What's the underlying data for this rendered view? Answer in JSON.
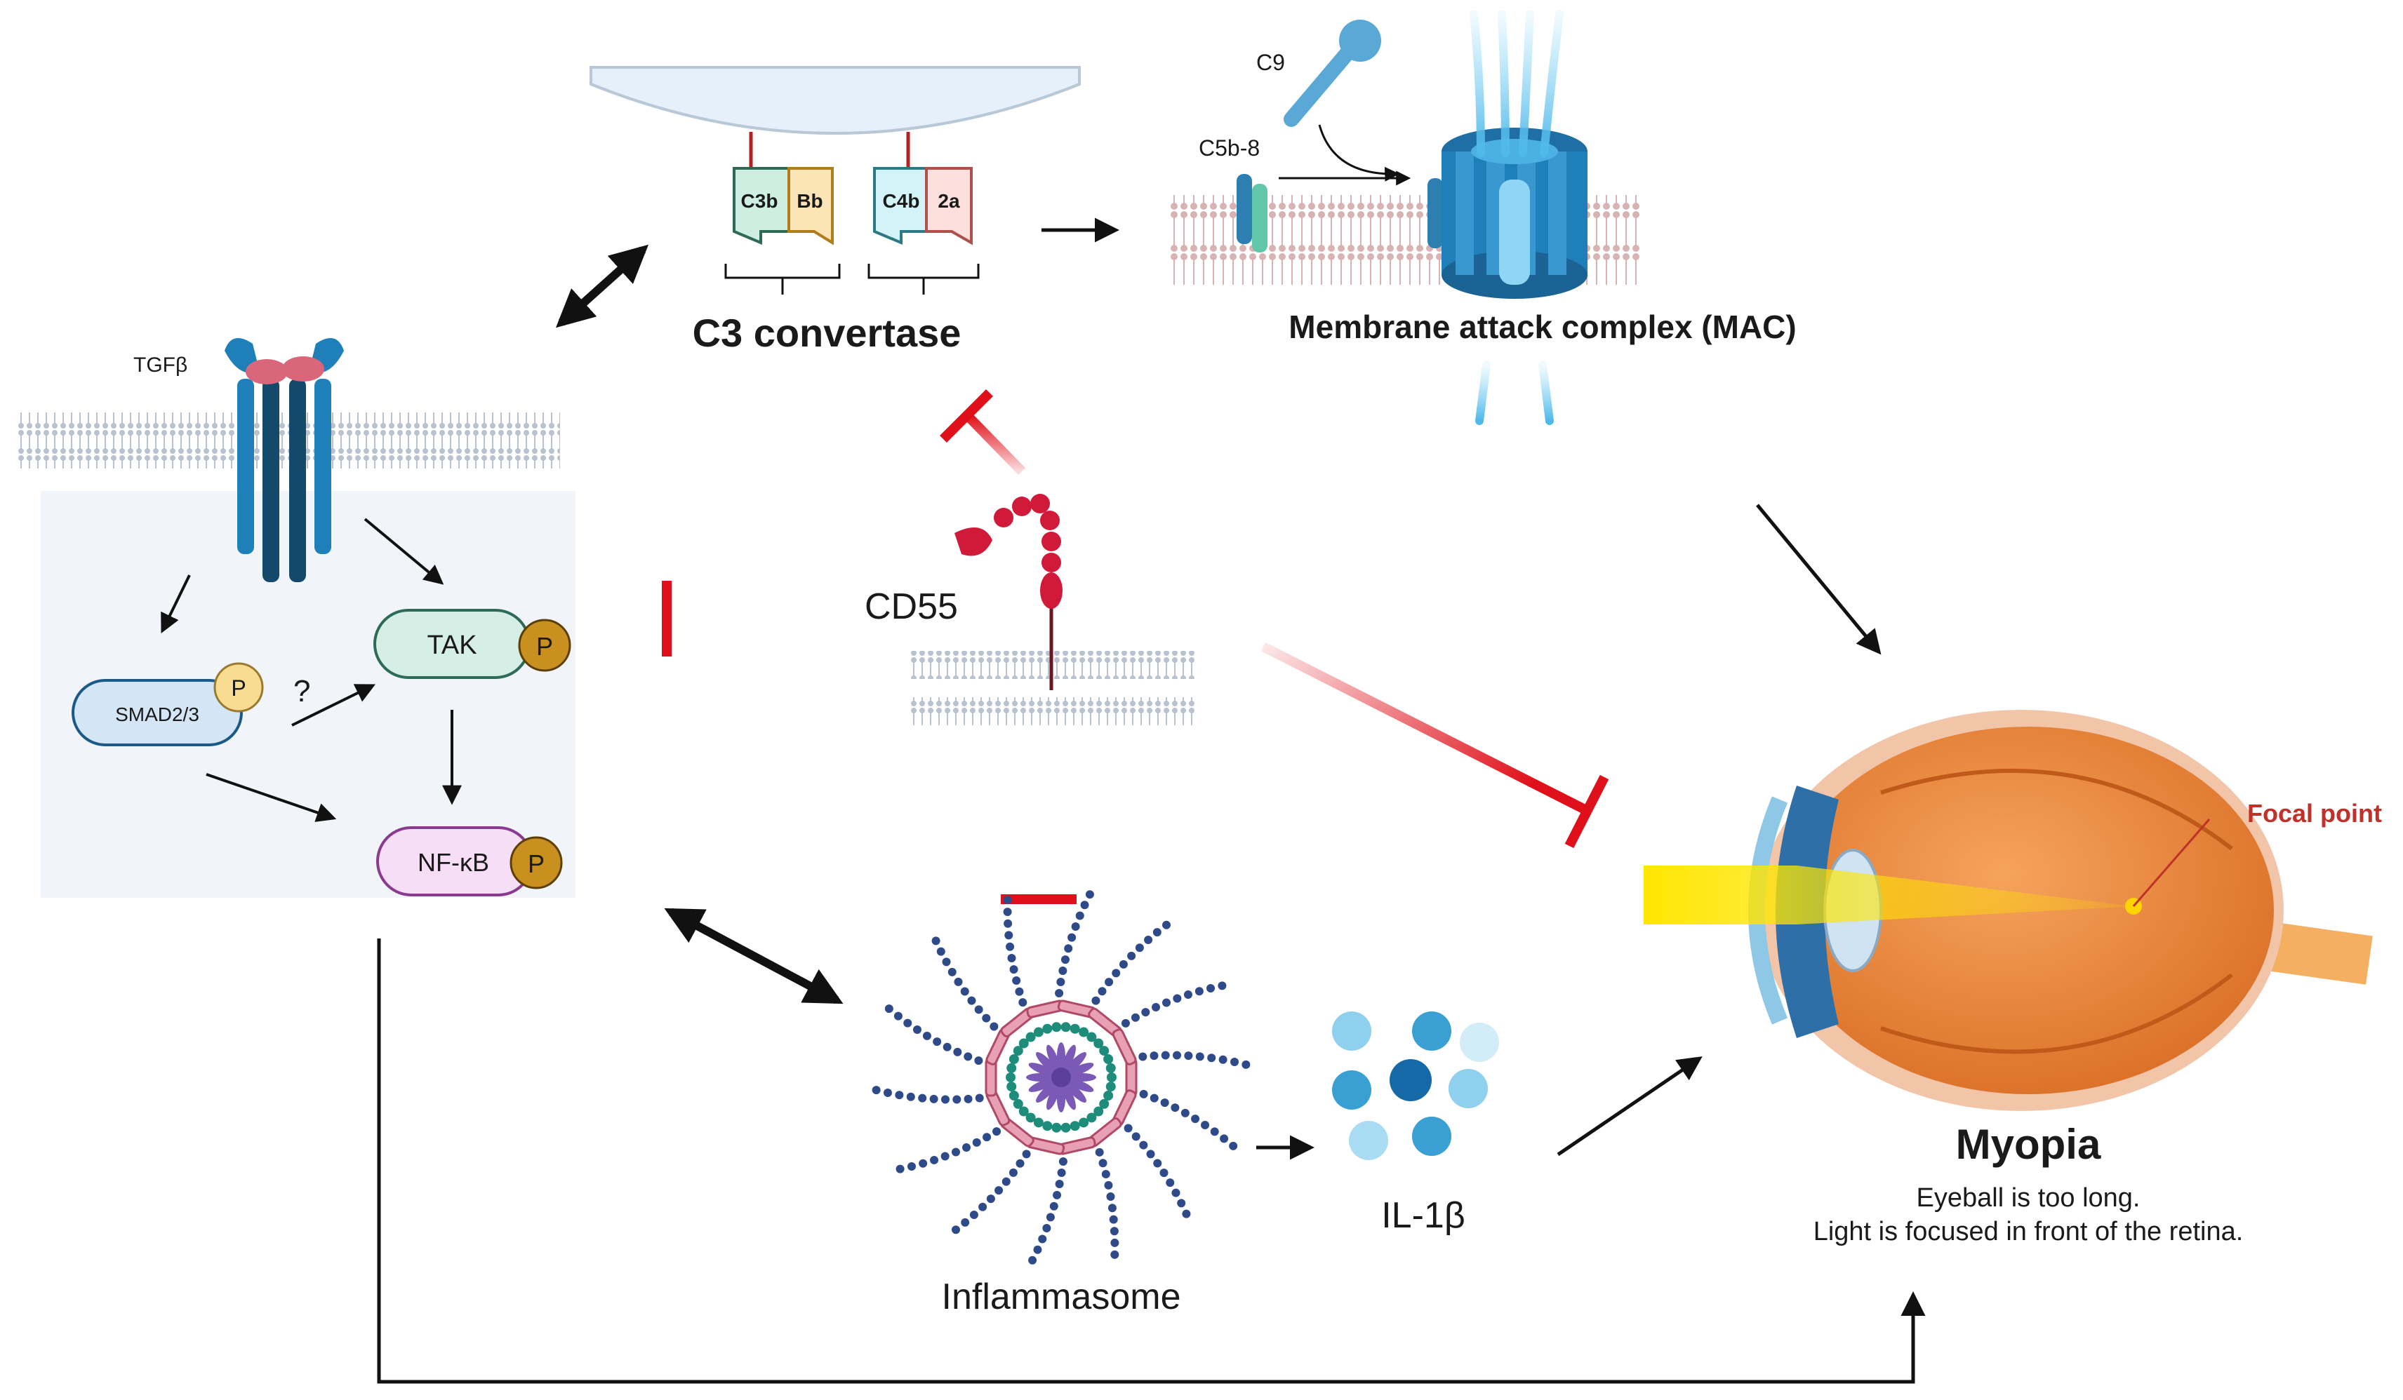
{
  "labels": {
    "c9": "C9",
    "c5b8": "C5b-8",
    "c3b": "C3b",
    "bb": "Bb",
    "c4b": "C4b",
    "c2a": "2a",
    "c3_convertase": "C3 convertase",
    "mac": "Membrane attack complex (MAC)",
    "tgfb": "TGFβ",
    "cd55": "CD55",
    "tak": "TAK",
    "smad": "SMAD2/3",
    "nfkb": "NF-κB",
    "p": "P",
    "question": "?",
    "inflammasome": "Inflammasome",
    "il1b": "IL-1β",
    "focal_point": "Focal point",
    "myopia": "Myopia",
    "myopia_line1": "Eyeball is too long.",
    "myopia_line2": "Light is focused in front of the retina."
  },
  "colors": {
    "inhibit_red": "#e0101a",
    "arrow_black": "#111111",
    "membrane_pink": "#d9b3b3",
    "mac_blue": "#1f7fb8",
    "eye_orange": "#e8873c",
    "light_yellow": "#ffe600",
    "focal_red": "#c0312a"
  }
}
